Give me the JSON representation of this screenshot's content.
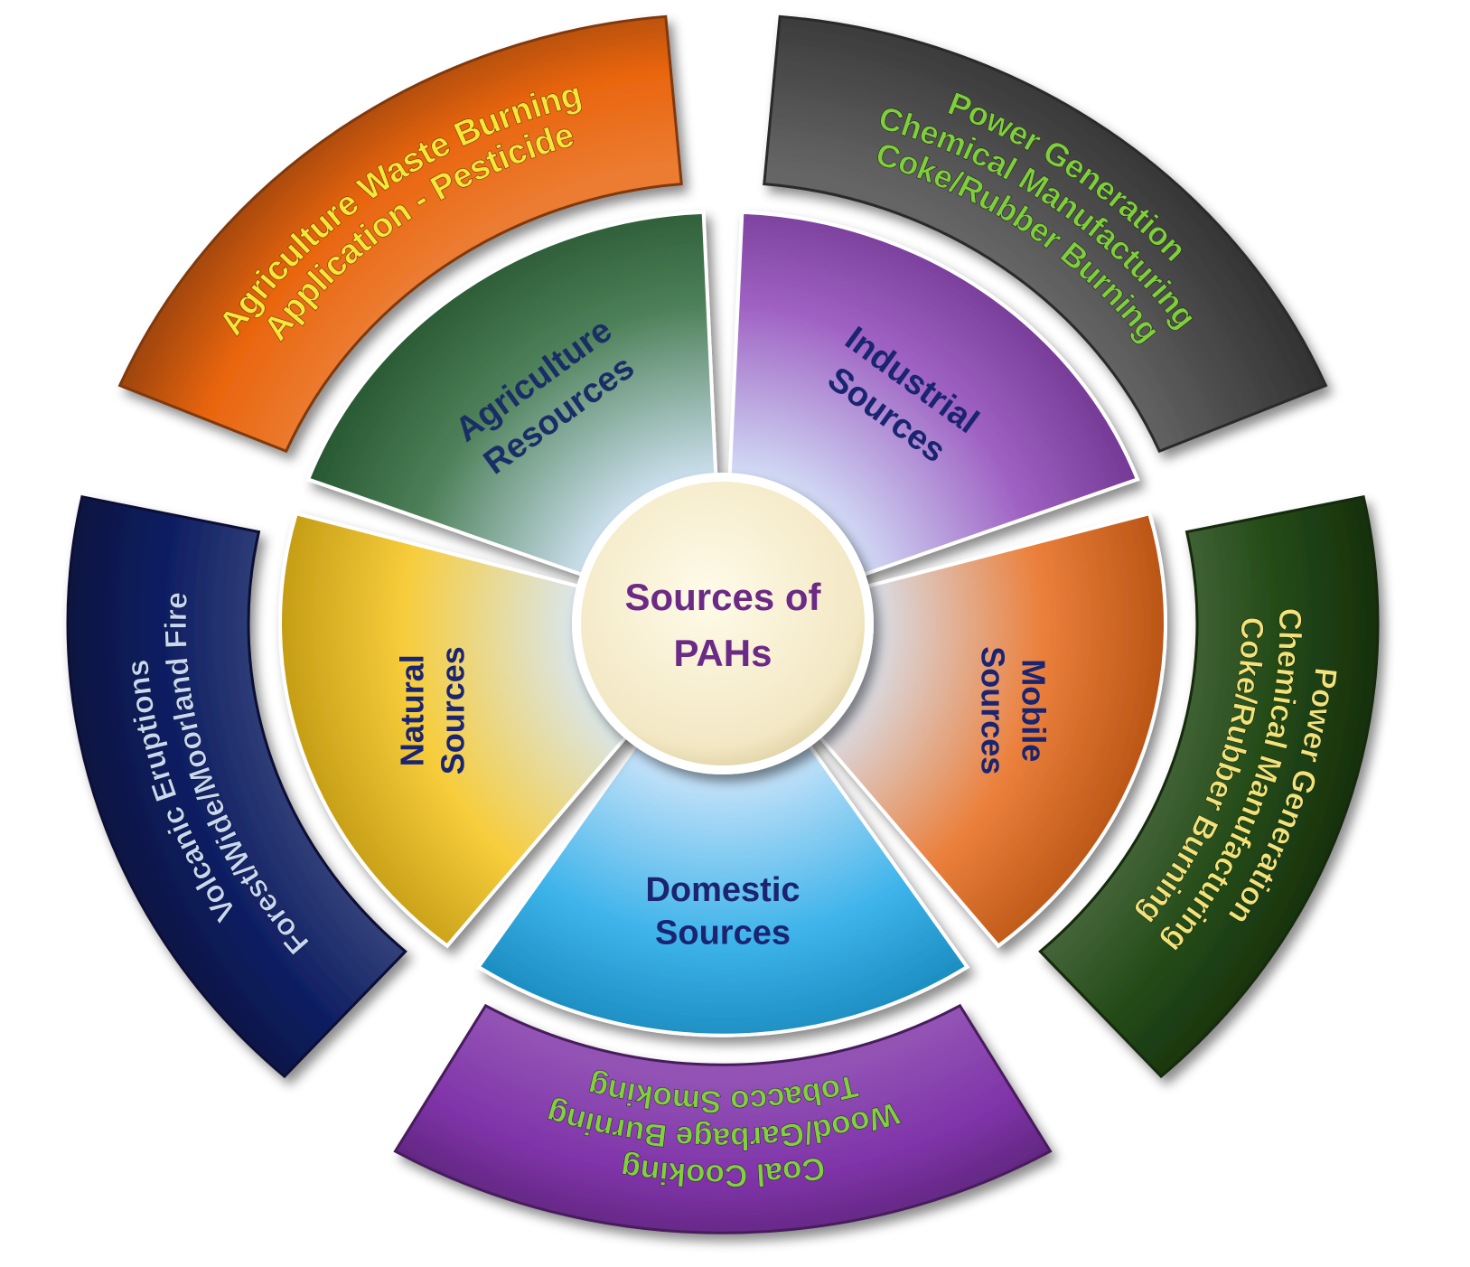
{
  "center": {
    "lines": [
      "Sources of",
      "PAHs"
    ],
    "color": "#6b2a86"
  },
  "segments": [
    {
      "id": "agriculture",
      "inner_lines": [
        "Agriculture",
        "Resources"
      ],
      "inner_text_color": "#1a2e66",
      "inner_color": "#2f6b3c",
      "outer_lines": [
        "Agriculture Waste Burning",
        "Application - Pesticide"
      ],
      "outer_text_color": "#f5e63a",
      "outer_color": "#e9650e"
    },
    {
      "id": "industrial",
      "inner_lines": [
        "Industrial",
        "Sources"
      ],
      "inner_text_color": "#1a2470",
      "inner_color": "#8e46b8",
      "outer_lines": [
        "Power Generation",
        "Chemical Manufacturing",
        "Coke/Rubber Burning"
      ],
      "outer_text_color": "#7fcf3a",
      "outer_color": "#4a4a4a"
    },
    {
      "id": "mobile",
      "inner_lines": [
        "Mobile",
        "Sources"
      ],
      "inner_text_color": "#1a2470",
      "inner_color": "#e86a1a",
      "outer_lines": [
        "Power Generation",
        "Chemical Manufacturing",
        "Coke/Rubber Burning"
      ],
      "outer_text_color": "#f2e27a",
      "outer_color": "#234a16"
    },
    {
      "id": "domestic",
      "inner_lines": [
        "Domestic",
        "Sources"
      ],
      "inner_text_color": "#1a2470",
      "inner_color": "#1aa6e6",
      "outer_lines": [
        "Coal Cooking",
        "Wood/Garbage Burning",
        "Tobacco Smoking"
      ],
      "outer_text_color": "#7fd33a",
      "outer_color": "#7f33a8"
    },
    {
      "id": "natural",
      "inner_lines": [
        "Natural",
        "Sources"
      ],
      "inner_text_color": "#1a2470",
      "inner_color": "#f6c41a",
      "outer_lines": [
        "Volcanic Eruptions",
        "Forest/Wide/Moorland Fire"
      ],
      "outer_text_color": "#c8d8f0",
      "outer_color": "#0f1f63"
    }
  ]
}
